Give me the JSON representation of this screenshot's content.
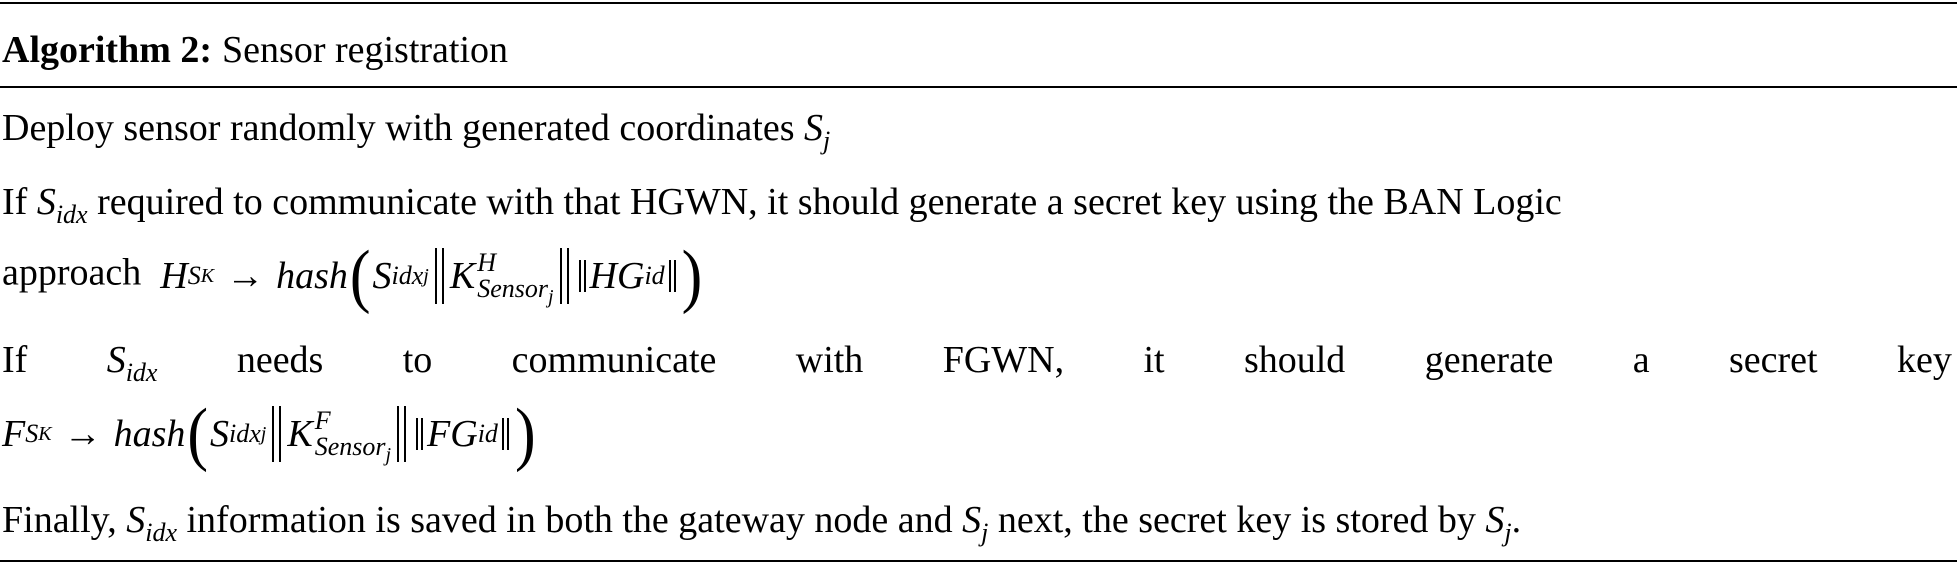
{
  "algorithm": {
    "label": "Algorithm 2:",
    "title": "Sensor registration"
  },
  "lines": {
    "l1_text": "Deploy sensor randomly with generated coordinates",
    "l2_if": "If",
    "l2_text": "required to communicate with that HGWN, it should generate a secret key using the BAN Logic",
    "l3_text": "approach",
    "l4_words": [
      "If",
      "needs",
      "to",
      "communicate",
      "with",
      "FGWN,",
      "it",
      "should",
      "generate",
      "a",
      "secret",
      "key"
    ],
    "l6_finally": "Finally,",
    "l6_text_a": "information is saved in both the gateway node and",
    "l6_text_b": "next, the secret key is stored by",
    "l6_end": "."
  },
  "math": {
    "S": "S",
    "j": "j",
    "idx": "idx",
    "H": "H",
    "F": "F",
    "K": "K",
    "arrow": "→",
    "hash": "hash",
    "sensor": "Sensor",
    "HG": "HG",
    "FG": "FG",
    "id": "id"
  }
}
